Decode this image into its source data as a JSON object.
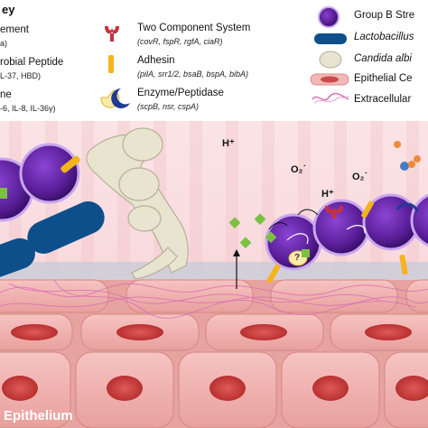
{
  "key": {
    "title": "ey",
    "items": [
      {
        "label": "ement",
        "sub": "a)"
      },
      {
        "label": "robial Peptide",
        "sub": "L-37, HBD)"
      },
      {
        "label": "ne",
        "sub": "-6, IL-8, IL-36γ)"
      },
      {
        "label": "Two Component System",
        "sub": "(covR, fspR, rgfA, ciaR)"
      },
      {
        "label": "Adhesin",
        "sub": "(pilA, srr1/2, bsaB, bspA, bibA)"
      },
      {
        "label": "Enzyme/Peptidase",
        "sub": "(scpB, nsr, cspA)"
      },
      {
        "label": "Group B Stre"
      },
      {
        "label": "Lactobacillus"
      },
      {
        "label": "Candida albi"
      },
      {
        "label": "Epithelial Ce"
      },
      {
        "label": "Extracellular"
      }
    ]
  },
  "scene": {
    "epithelium_label": "Epithelium",
    "h_plus_1": "H⁺",
    "h_plus_2": "H⁺",
    "o2_1": "O₂˙",
    "o2_2": "O₂˙",
    "question": "?"
  },
  "colors": {
    "gbs_purple": "#5b1f9a",
    "lactobacillus_blue": "#0d4f8b",
    "candida_beige": "#e9e4cf",
    "epithelial_pink": "#f2b8b5",
    "adhesin_orange": "#f4b41a",
    "tcs_red": "#c8323a",
    "amp_green": "#7ac142",
    "ecm_pink": "#d96fb0"
  }
}
